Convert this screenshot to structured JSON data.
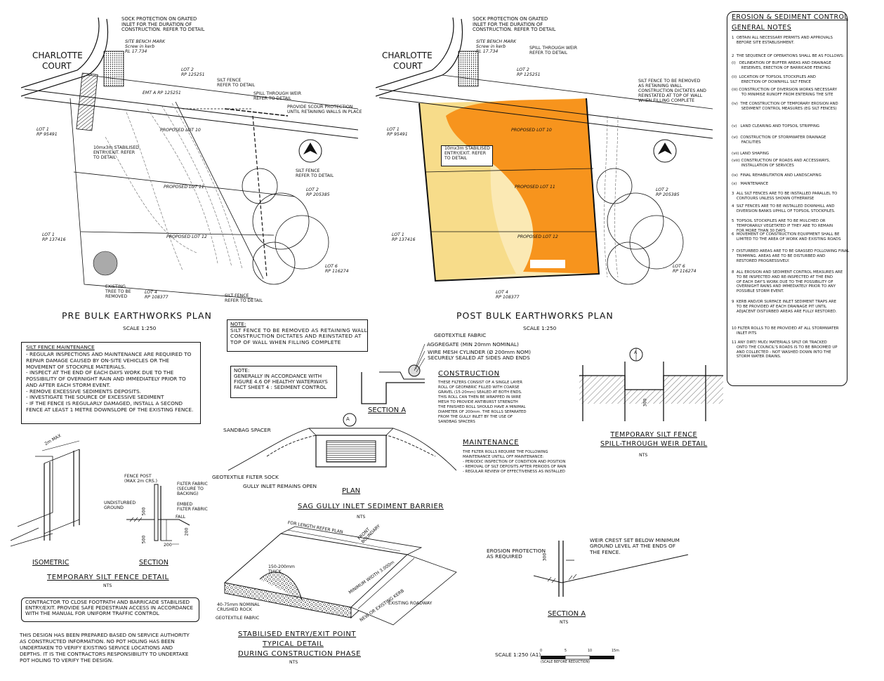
{
  "pre_plan": {
    "title": "PRE BULK EARTHWORKS PLAN",
    "scale": "SCALE 1:250",
    "charlotte": "CHARLOTTE",
    "court": "COURT",
    "sock_note": "SOCK PROTECTION ON GRATED\nINLET FOR THE DURATION OF\nCONSTRUCTION. REFER TO DETAIL",
    "bench_mark": "SITE BENCH MARK\nScrew in kerb\nRL 17.734",
    "silt_fence_ref": "SILT FENCE\nREFER TO DETAIL",
    "spill_weir": "SPILL THROUGH WEIR\nREFER TO DETAIL",
    "scour": "PROVIDE SCOUR PROTECTION\nUNTIL RETAINING WALLS IN PLACE",
    "entry": "10mx3m STABILISED\nENTRY/EXIT. REFER\nTO DETAIL",
    "silt_fence_ref2": "SILT FENCE\nREFER TO DETAIL",
    "existing_tree": "EXISTING\nTREE TO BE\nREMOVED",
    "silt_fence_ref3": "SILT FENCE\nREFER TO DETAIL",
    "lot1a": "LOT 1\nRP 95491",
    "lot1b": "LOT 1\nRP 137416",
    "lot2": "LOT 2\nRP 125251",
    "lot2b": "LOT 2\nRP 205385",
    "lot4": "LOT 4\nRP 108377",
    "lot6": "LOT 6\nRP 116274",
    "prop10": "PROPOSED LOT 10",
    "prop11": "PROPOSED LOT 11",
    "prop12": "PROPOSED LOT 12",
    "emt": "EMT A RP 125251"
  },
  "post_plan": {
    "title": "POST BULK EARTHWORKS PLAN",
    "scale": "SCALE 1:250",
    "silt_remove": "SILT FENCE TO BE REMOVED\nAS RETAINING WALL\nCONSTRUCTION DICTATES AND\nREINSTATED AT TOP OF WALL\nWHEN FILLING COMPLETE",
    "spill_weir": "SPILL THROUGH WEIR\nREFER TO DETAIL"
  },
  "note_box1": {
    "heading": "NOTE:",
    "text": "SILT FENCE TO BE REMOVED AS RETAINING WALL\nCONSTRUCTION DICTATES AND REINSTATED AT\nTOP OF WALL WHEN FILLING COMPLETE"
  },
  "note_box2": {
    "text": "NOTE:\nGENERALLY IN ACCORDANCE WITH\nFIGURE 4.6 OF HEALTHY WATERWAYS\nFACT SHEET 4 : SEDIMENT CONTROL"
  },
  "silt_maintenance": {
    "heading": "SILT FENCE MAINTENANCE",
    "text": "- REGULAR INSPECTIONS AND MAINTENANCE ARE REQUIRED TO\nREPAIR DAMAGE CAUSED BY ON-SITE VEHICLES OR THE\nMOVEMENT OF STOCKPILE MATERIALS.\n- INSPECT AT THE END OF EACH DAYS WORK DUE TO THE\nPOSSIBILITY OF OVERNIGHT RAIN AND IMMEDIATELY PRIOR TO\nAND AFTER EACH STORM EVENT.\n- REMOVE EXCESSIVE SEDIMENTS DEPOSITS.\n- INVESTIGATE THE SOURCE OF EXCESSIVE SEDIMENT\n- IF THE FENCE IS REGULARLY DAMAGED, INSTALL A SECOND\nFENCE AT LEAST 1 METRE DOWNSLOPE OF THE EXISTING FENCE."
  },
  "silt_detail": {
    "title": "TEMPORARY SILT FENCE DETAIL",
    "nts": "NTS",
    "isometric": "ISOMETRIC",
    "section": "SECTION",
    "two_m": "2m MAX",
    "fence_post": "FENCE POST\n(MAX 2m CRS.)",
    "filter_fabric": "FILTER FABRIC\n(SECURE TO\nBACKING)",
    "undisturbed": "UNDISTURBED\nGROUND",
    "embed": "EMBED\nFILTER FABRIC",
    "fall": "FALL",
    "d500a": "500",
    "d500b": "500",
    "d200a": "200",
    "d200b": "200"
  },
  "contractor_box": "CONTRACTOR TO CLOSE FOOTPATH AND BARRICADE STABILISED\nENTRY/EXIT. PROVIDE SAFE PEDESTRIAN ACCESS IN ACCORDANCE\nWITH THE MANUAL FOR UNIFORM TRAFFIC CONTROL",
  "design_note": "THIS DESIGN HAS BEEN PREPARED BASED ON SERVICE AUTHORITY\nAS CONSTRUCTED INFORMATION. NO POT HOLING HAS BEEN\nUNDERTAKEN TO VERIFY EXISTING SERVICE LOCATIONS AND\nDEPTHS. IT IS THE CONTRACTORS RESPONSIBILITY TO UNDERTAKE\nPOT HOLING TO VERIFY THE DESIGN.",
  "sag_gully": {
    "geotextile": "GEOTEXTILE FABRIC",
    "aggregate": "AGGREGATE (MIN 20mm NOMINAL)",
    "wire_mesh": "WIRE MESH CYLINDER (Ø 200mm NOM)\nSECURELY SEALED AT SIDES AND ENDS",
    "section_a": "SECTION A",
    "construction_h": "CONSTRUCTION",
    "construction": "THESE FILTERS CONSIST OF A SINGLE LAYER\nROLL OF GEOFABRIC FILLED WITH COARSE\nGRAVEL (15-20mm) SEALED AT BOTH ENDS.\nTHIS ROLL CAN THEN BE WRAPPED IN WIRE\nMESH TO PROVIDE ANTIBURST STRENGTH\nTHE FINISHED ROLL SHOULD HAVE A MINIMAL\nDIAMETER OF 200mm. THE ROLLS SEPARATED\nFROM THE GULLY INLET BY THE USE OF\nSANDBAG SPACERS",
    "sandbag": "SANDBAG SPACER",
    "filter_sock": "GEOTEXTILE FILTER SOCK",
    "gully_open": "GULLY INLET REMAINS OPEN",
    "plan": "PLAN",
    "maintenance_h": "MAINTENANCE",
    "maintenance": "THE FILTER ROLLS REQUIRE THE FOLLOWING\nMAINTENANCE UNTILL OFF MAINTENANCE:\n- PERIODIC INSPECTION OF CONDITION AND POSITION\n- REMOVAL OF SILT DEPOSITS AFTER PERIODS OF RAIN\n- REGULAR REVIEW OF EFFECTIVENESS AS INSTALLED",
    "title": "SAG GULLY INLET SEDIMENT BARRIER",
    "nts": "NTS",
    "marker": "A"
  },
  "weir": {
    "title": "TEMPORARY SILT FENCE\nSPILL-THROUGH WEIR DETAIL",
    "nts": "NTS",
    "d300": "300",
    "marker": "A"
  },
  "section_a2": {
    "erosion": "EROSION PROTECTION\nAS REQUIRED",
    "weir_crest": "WEIR CREST SET BELOW MINIMUM\nGROUND LEVEL AT THE ENDS OF\nTHE FENCE.",
    "title": "SECTION A",
    "nts": "NTS",
    "d300": "300"
  },
  "entry_exit": {
    "for_length": "FOR LENGTH REFER PLAN",
    "front_boundary": "FRONT\nBOUNDARY",
    "thick": "150-200mm\nTHICK",
    "min_width": "MINIMUM WIDTH 3.000m",
    "new_kerb": "NEW OR EXISTING KERB",
    "roadway": "EXISTING ROADWAY",
    "crushed": "40-75mm NOMINAL\nCRUSHED ROCK",
    "geo": "GEOTEXTILE FABRIC",
    "title1": "STABILISED ENTRY/EXIT POINT",
    "title2": "TYPICAL DETAIL",
    "title3": "DURING CONSTRUCTION PHASE",
    "nts": "NTS"
  },
  "scale_bar": {
    "label": "SCALE 1:250 (A1)",
    "sub": "(SCALE BEFORE REDUCTION)",
    "t0": "0",
    "t5": "5",
    "t10": "10",
    "t15": "15m"
  },
  "general_notes": {
    "title": "EROSION & SEDIMENT CONTROL",
    "subtitle": "GENERAL NOTES",
    "items": [
      "1  OBTAIN ALL NECESSARY PERMITS AND APPROVALS\n    BEFORE SITE ESTABLISHMENT.",
      "2  THE SEQUENCE OF OPERATIONS SHALL BE AS FOLLOWS:",
      "(i)   DELINEATION OF BUFFER AREAS AND DRAINAGE\n        RESERVES, ERECTION OF BARRICADE FENCING",
      "(ii)  LOCATION OF TOPSOIL STOCKPILES AND\n        ERECTION OF DOWNHILL SILT FENCE",
      "(iii) CONSTRUCTION OF DIVERSION WORKS NECESSARY\n        TO MINIMISE RUNOFF FROM ENTERING THE SITE",
      "(iv)  THE CONSTRUCTION OF TEMPORARY EROSION AND\n        SEDIMENT CONTROL MEASURES (EG SILT FENCES)",
      "(v)   LAND CLEARING AND TOPSOIL STRIPPING",
      "(vi)  CONSTRUCTION OF STORMWATER DRAINAGE\n        FACILITIES",
      "(vii) LAND SHAPING",
      "(viii) CONSTRUCTION OF ROADS AND ACCESSWAYS,\n        INSTALLATION OF SERVICES",
      "(ix)  FINAL REHABILITATION AND LANDSCAPING",
      "(x)   MAINTENANCE",
      "3  ALL SILT FENCES ARE TO BE INSTALLED PARALLEL TO\n    CONTOURS UNLESS SHOWN OTHERWISE",
      "4  SILT FENCES ARE TO BE INSTALLED DOWNHILL AND\n    DIVERSION BANKS UPHILL OF TOPSOIL STOCKPILES.",
      "5  TOPSOIL STOCKPILES ARE TO BE MULCHED OR\n    TEMPORARILY VEGETATED IF THEY ARE TO REMAIN\n    FOR MORE THAN 30 DAYS",
      "6  MOVEMENT OF CONSTRUCTION EQUIPMENT SHALL BE\n    LIMITED TO THE AREA OF WORK AND EXISTING ROADS",
      "7  DISTURBED AREAS ARE TO BE GRASSED FOLLOWING FINAL\n    TRIMMING. AREAS ARE TO BE DISTURBED AND\n    RESTORED PROGRESSIVELY.",
      "8  ALL EROSION AND SEDIMENT CONTROL MEASURES ARE\n    TO BE INSPECTED AND RE-INSPECTED AT THE END\n    OF EACH DAY'S WORK DUE TO THE POSSIBILITY OF\n    OVERNIGHT RAINS AND IMMEDIATELY PRIOR TO ANY\n    POSSIBLE STORM EVENT.",
      "9  KERB AND/OR SURFACE INLET SEDIMENT TRAPS ARE\n    TO BE PROVIDED AT EACH DRAINAGE PIT UNTIL\n    ADJACENT DISTURBED AREAS ARE FULLY RESTORED.",
      "10 FILTER ROLLS TO BE PROVIDED AT ALL STORMWATER\n    INLET PITS",
      "11 ANY DIRT/ MUD/ MATERIALS SPILT OR TRACKED\n    ONTO THE COUNCIL'S ROADS IS TO BE BROOMED UP\n    AND COLLECTED - NOT WASHED DOWN INTO THE\n    STORM WATER DRAINS."
    ]
  },
  "colors": {
    "fill_orange": "#f7941d",
    "fill_light": "#f7dc8a",
    "fill_pale": "#fbe9b4"
  }
}
